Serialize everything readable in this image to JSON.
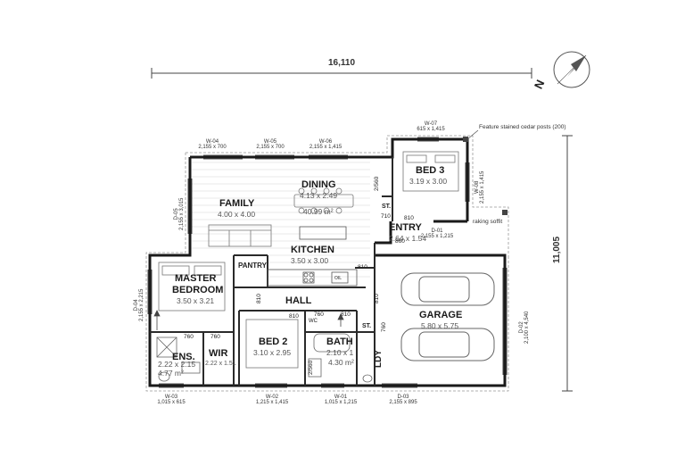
{
  "dimensions": {
    "width": "16,110",
    "depth": "11,005"
  },
  "compass": {
    "label": "N"
  },
  "rooms": {
    "dining": {
      "name": "DINING",
      "size": "4.13 x 2.49"
    },
    "family": {
      "name": "FAMILY",
      "size": "4.00 x 4.00"
    },
    "living_area": "40.99 m²",
    "kitchen": {
      "name": "KITCHEN",
      "size": "3.50 x 3.00"
    },
    "bed3": {
      "name": "BED 3",
      "size": "3.19 x 3.00"
    },
    "entry": {
      "name": "ENTRY",
      "size": "2.64 x 1.54"
    },
    "pantry": {
      "name": "PANTRY"
    },
    "master": {
      "name_line1": "MASTER",
      "name_line2": "BEDROOM",
      "size": "3.50 x 3.21"
    },
    "hall": {
      "name": "HALL"
    },
    "garage": {
      "name": "GARAGE",
      "size": "5.80 x 5.75"
    },
    "bed2": {
      "name": "BED 2",
      "size": "3.10 x 2.95"
    },
    "bath": {
      "name": "BATH",
      "size": "2.10 x 1",
      "area": "4.30 m²"
    },
    "ens": {
      "name": "ENS.",
      "size": "2.22 x 2.15",
      "area": "4.77 m²"
    },
    "wir": {
      "name": "WIR",
      "size": "2.22 x 1.51"
    },
    "st_entry": {
      "name": "ST."
    },
    "st_ldy": {
      "name": "ST."
    },
    "ldy": {
      "name": "LDY"
    },
    "wc": {
      "name": "WC"
    },
    "oil": {
      "name": "OIL"
    }
  },
  "windows": [
    {
      "id": "W-04",
      "size": "2,155 x 700"
    },
    {
      "id": "W-05",
      "size": "2,155 x 700"
    },
    {
      "id": "W-06",
      "size": "2,155 x 1,415"
    },
    {
      "id": "W-07",
      "size": "615 x 1,415"
    },
    {
      "id": "W-08",
      "size": "2,155 x 1,415"
    },
    {
      "id": "D-05",
      "size": "2,155 x 3,015"
    },
    {
      "id": "D-01",
      "size": "2,155 x 1,215"
    },
    {
      "id": "D-04",
      "size": "2,155 x 2,215"
    },
    {
      "id": "D-02",
      "size": "2,100 x 4,540"
    },
    {
      "id": "W-03",
      "size": "1,015 x 615"
    },
    {
      "id": "W-02",
      "size": "1,215 x 1,415"
    },
    {
      "id": "W-01",
      "size": "1,015 x 1,215"
    },
    {
      "id": "D-03",
      "size": "2,155 x 895"
    }
  ],
  "doors": {
    "d_2560": "2/560",
    "d_710": "710",
    "d_810_entry": "810",
    "d_860": "860",
    "d_810_kitchen": "810",
    "d_810_master": "810",
    "d_810_hall": "810",
    "d_810_garage": "810",
    "d_760_wc": "760",
    "d_810_bath": "810",
    "d_760_st": "760",
    "d_760_ens": "760",
    "d_760_wir": "760",
    "d_2560_bath": "2/560"
  },
  "notes": {
    "posts": "Feature stained cedar posts (200)",
    "soffit": "raking soffit"
  }
}
